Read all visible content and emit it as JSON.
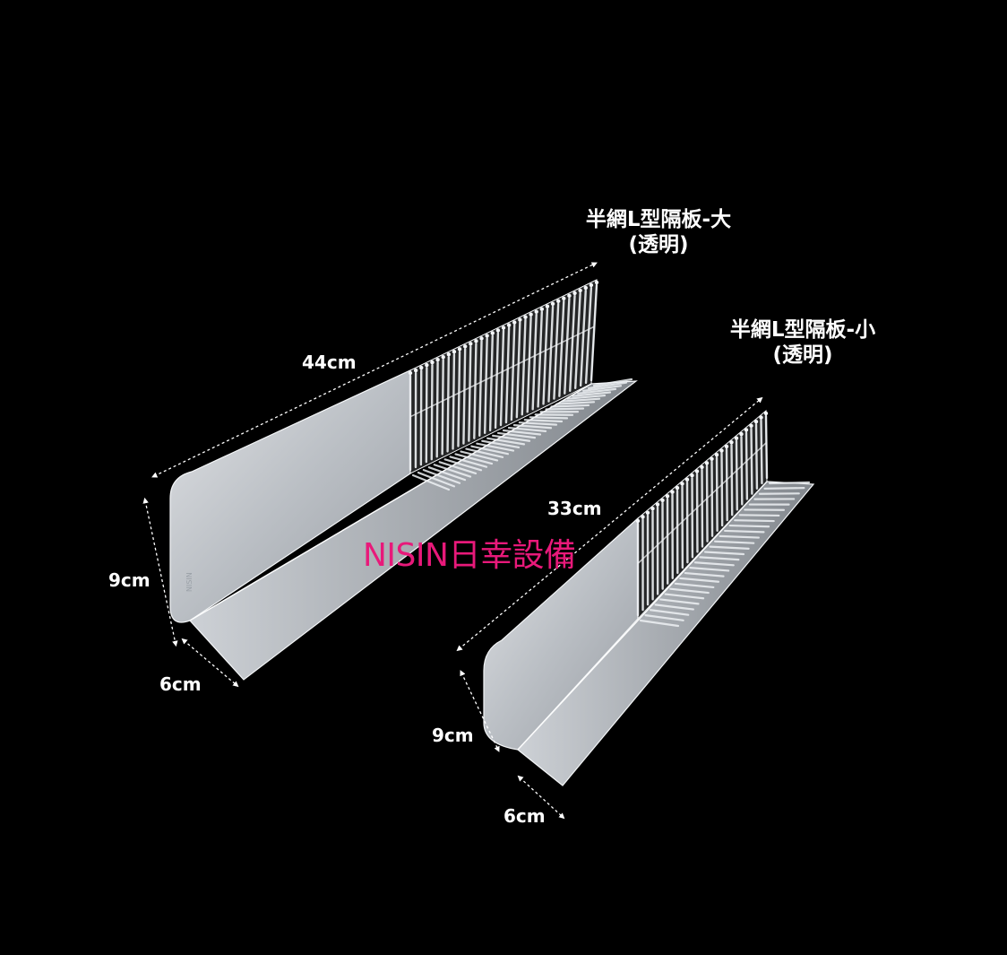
{
  "products": {
    "large": {
      "name": "半網L型隔板-大",
      "variant": "(透明)",
      "length": "44cm",
      "height": "9cm",
      "depth": "6cm"
    },
    "small": {
      "name": "半網L型隔板-小",
      "variant": "(透明)",
      "length": "33cm",
      "height": "9cm",
      "depth": "6cm"
    }
  },
  "watermark": "NISIN日幸設備",
  "colors": {
    "background": "#000000",
    "label": "#ffffff",
    "watermark": "#e8197a",
    "acrylic": "#dfe3e8"
  }
}
